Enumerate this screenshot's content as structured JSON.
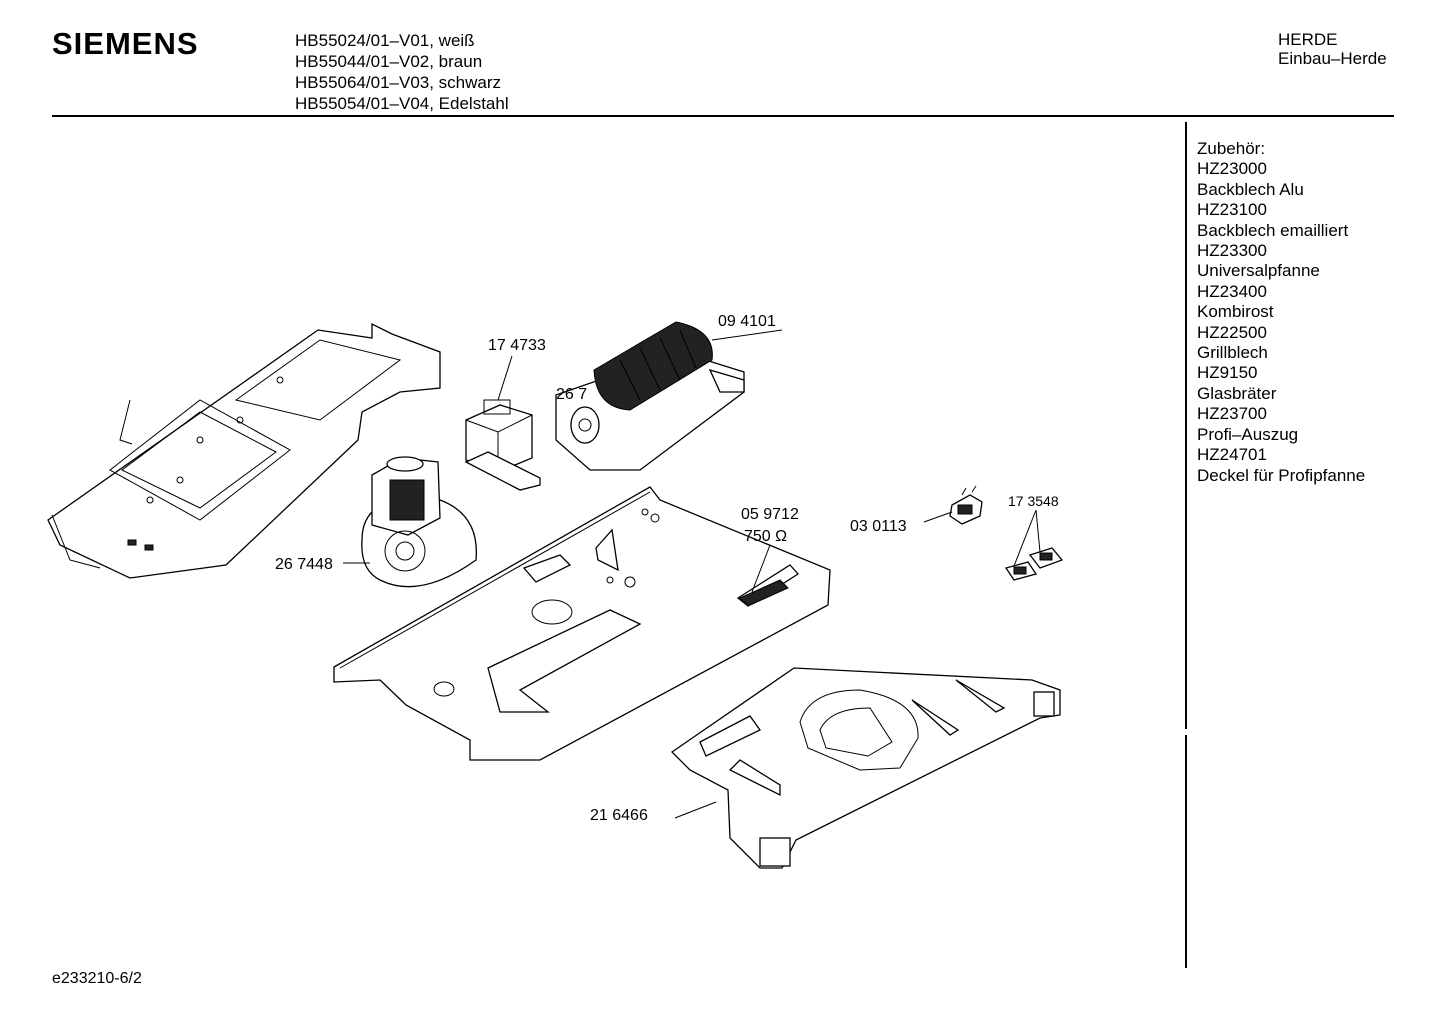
{
  "header": {
    "brand": "SIEMENS",
    "models": [
      "HB55024/01–V01, weiß",
      "HB55044/01–V02, braun",
      "HB55064/01–V03, schwarz",
      "HB55054/01–V04, Edelstahl"
    ],
    "category": "HERDE",
    "subcategory": "Einbau–Herde"
  },
  "accessories": [
    "Zubehör:",
    "HZ23000",
    "Backblech Alu",
    "HZ23100",
    "Backblech emailliert",
    "HZ23300",
    "Universalpfanne",
    "HZ23400",
    "Kombirost",
    "HZ22500",
    "Grillblech",
    "HZ9150",
    "Glasbräter",
    "HZ23700",
    "Profi–Auszug",
    "HZ24701",
    "Deckel für Profipfanne"
  ],
  "part_labels": {
    "fan_tangential": "09 4101",
    "transformer": "17 4733",
    "hidden_partial": "26 7",
    "blower_motor": "26 7448",
    "resistor_number": "05 9712",
    "resistor_value": "750 Ω",
    "switch": "03  0113",
    "sensor_pair": "17 3548",
    "bottom_tray": "21 6466"
  },
  "footer": {
    "doc_id": "e233210-6/2"
  }
}
